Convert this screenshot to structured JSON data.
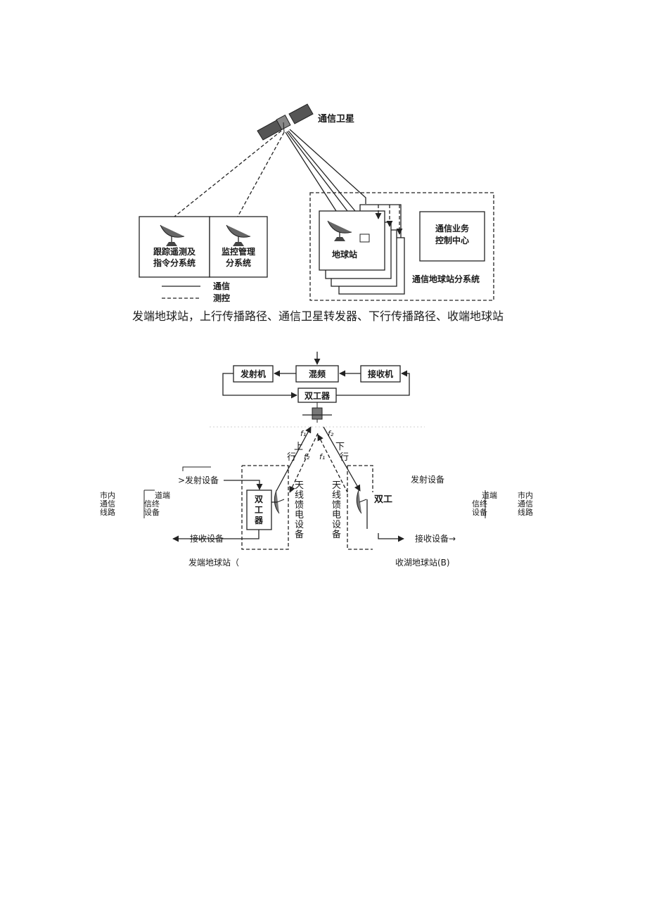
{
  "diagram1": {
    "satellite_label": "通信卫星",
    "tracking_box": [
      "跟踪遥测及",
      "指令分系统"
    ],
    "monitor_box": [
      "监控管理",
      "分系统"
    ],
    "earth_station_label": "地球站",
    "control_center": [
      "通信业务",
      "控制中心"
    ],
    "subsystem_label": "通信地球站分系统",
    "legend": {
      "comm": "通信",
      "tc": "测控"
    },
    "caption": "发端地球站，上行传播路径、通信卫星转发器、下行传播路径、收端地球站"
  },
  "diagram2": {
    "transmitter": "发射机",
    "mixer": "混频",
    "receiver": "接收机",
    "duplexer": "双工器",
    "freq_f1": "f₁",
    "freq_f2": "f₂",
    "uplink": [
      "上",
      "行"
    ],
    "downlink": [
      "下",
      "行"
    ],
    "tx_equip_left": ">发射设备",
    "rx_equip_left": "接收设备",
    "tx_equip_right": "发射设备",
    "rx_equip_right": "接收设备→",
    "city_line_left": [
      "市内",
      "通信",
      "线路"
    ],
    "city_line_right": [
      "市内",
      "通信",
      "线路"
    ],
    "channel_terminal_left": [
      "道端",
      "信终",
      "设备"
    ],
    "channel_terminal_right": [
      "道端",
      "信终",
      "设备"
    ],
    "duplexer_left": [
      "双",
      "工",
      "器"
    ],
    "duplexer_right": "双工",
    "antenna_feed_left": [
      "天",
      "线",
      "馈",
      "电",
      "设",
      "备"
    ],
    "antenna_feed_right": [
      "天",
      "线",
      "馈",
      "电",
      "设",
      "备"
    ],
    "station_left": "发端地球站（",
    "station_right": "收湖地球站(B)"
  }
}
